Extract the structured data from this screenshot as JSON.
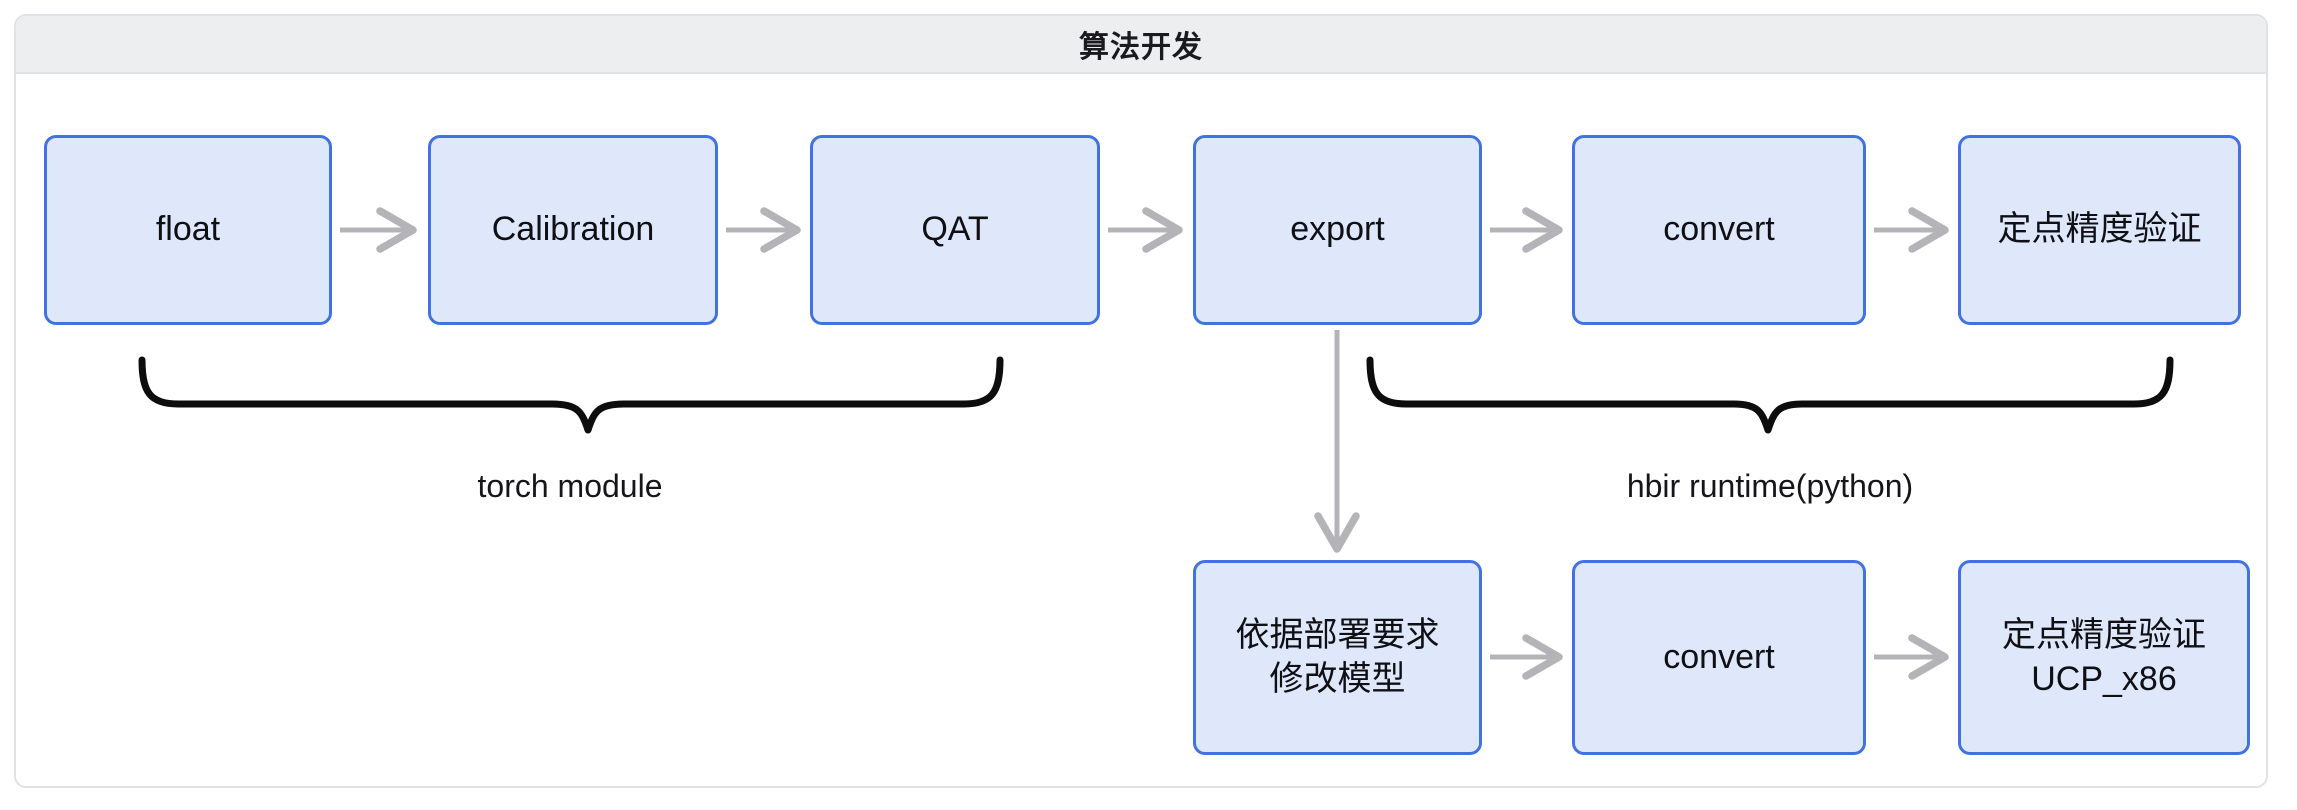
{
  "frame": {
    "title": "算法开发"
  },
  "colors": {
    "node_fill": "#dfe7fb",
    "node_border": "#4272e0",
    "arrow": "#b4b4b8",
    "brace": "#0d0d0d",
    "header_bg": "#eceef0",
    "frame_border": "#e2e2e6",
    "text": "#101014"
  },
  "flow": {
    "row1": [
      {
        "id": "float",
        "label": "float"
      },
      {
        "id": "calibration",
        "label": "Calibration"
      },
      {
        "id": "qat",
        "label": "QAT"
      },
      {
        "id": "export",
        "label": "export"
      },
      {
        "id": "convert-1",
        "label": "convert"
      },
      {
        "id": "fixed-point-accuracy-1",
        "label": "定点精度验证"
      }
    ],
    "row2": [
      {
        "id": "modify-model",
        "label": "依据部署要求\n修改模型"
      },
      {
        "id": "convert-2",
        "label": "convert"
      },
      {
        "id": "fixed-point-accuracy-ucp",
        "label": "定点精度验证\nUCP_x86"
      }
    ]
  },
  "groups": [
    {
      "id": "torch-module",
      "label": "torch module"
    },
    {
      "id": "hbir-runtime",
      "label": "hbir runtime(python)"
    }
  ]
}
